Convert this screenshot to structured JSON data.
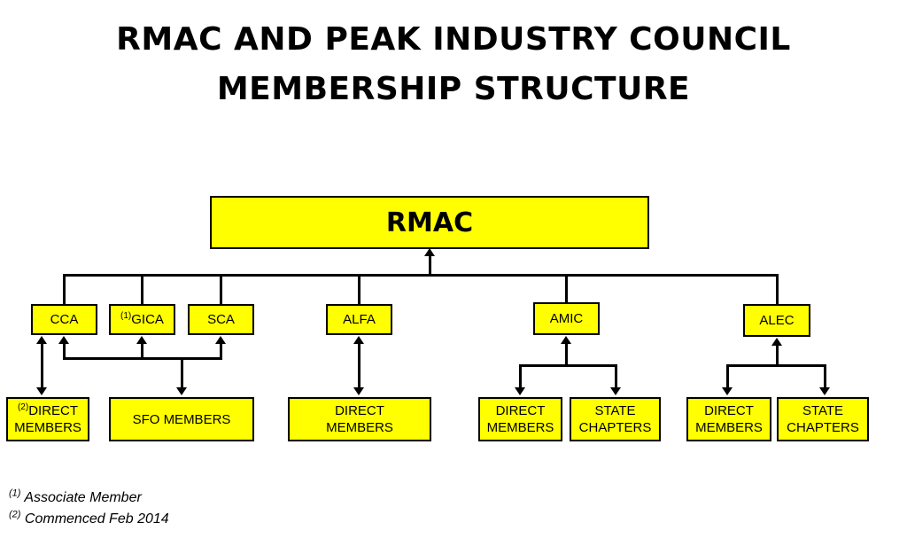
{
  "title": {
    "line1": "RMAC AND PEAK INDUSTRY COUNCIL",
    "line2": "MEMBERSHIP STRUCTURE"
  },
  "nodes": {
    "rmac": "RMAC",
    "cca": "CCA",
    "gica_marker": "(1)",
    "gica": "GICA",
    "sca": "SCA",
    "alfa": "ALFA",
    "amic": "AMIC",
    "alec": "ALEC",
    "direct_members_marker": "(2)",
    "direct_members_cca_l1": "DIRECT",
    "direct_members_cca_l2": "MEMBERS",
    "sfo_members": "SFO MEMBERS",
    "alfa_direct_l1": "DIRECT",
    "alfa_direct_l2": "MEMBERS",
    "amic_direct_l1": "DIRECT",
    "amic_direct_l2": "MEMBERS",
    "amic_state_l1": "STATE",
    "amic_state_l2": "CHAPTERS",
    "alec_direct_l1": "DIRECT",
    "alec_direct_l2": "MEMBERS",
    "alec_state_l1": "STATE",
    "alec_state_l2": "CHAPTERS"
  },
  "footnotes": [
    {
      "marker": "(1)",
      "text": "Associate Member"
    },
    {
      "marker": "(2)",
      "text": "Commenced Feb 2014"
    }
  ],
  "colors": {
    "box_fill": "#ffff00",
    "line": "#000000"
  }
}
